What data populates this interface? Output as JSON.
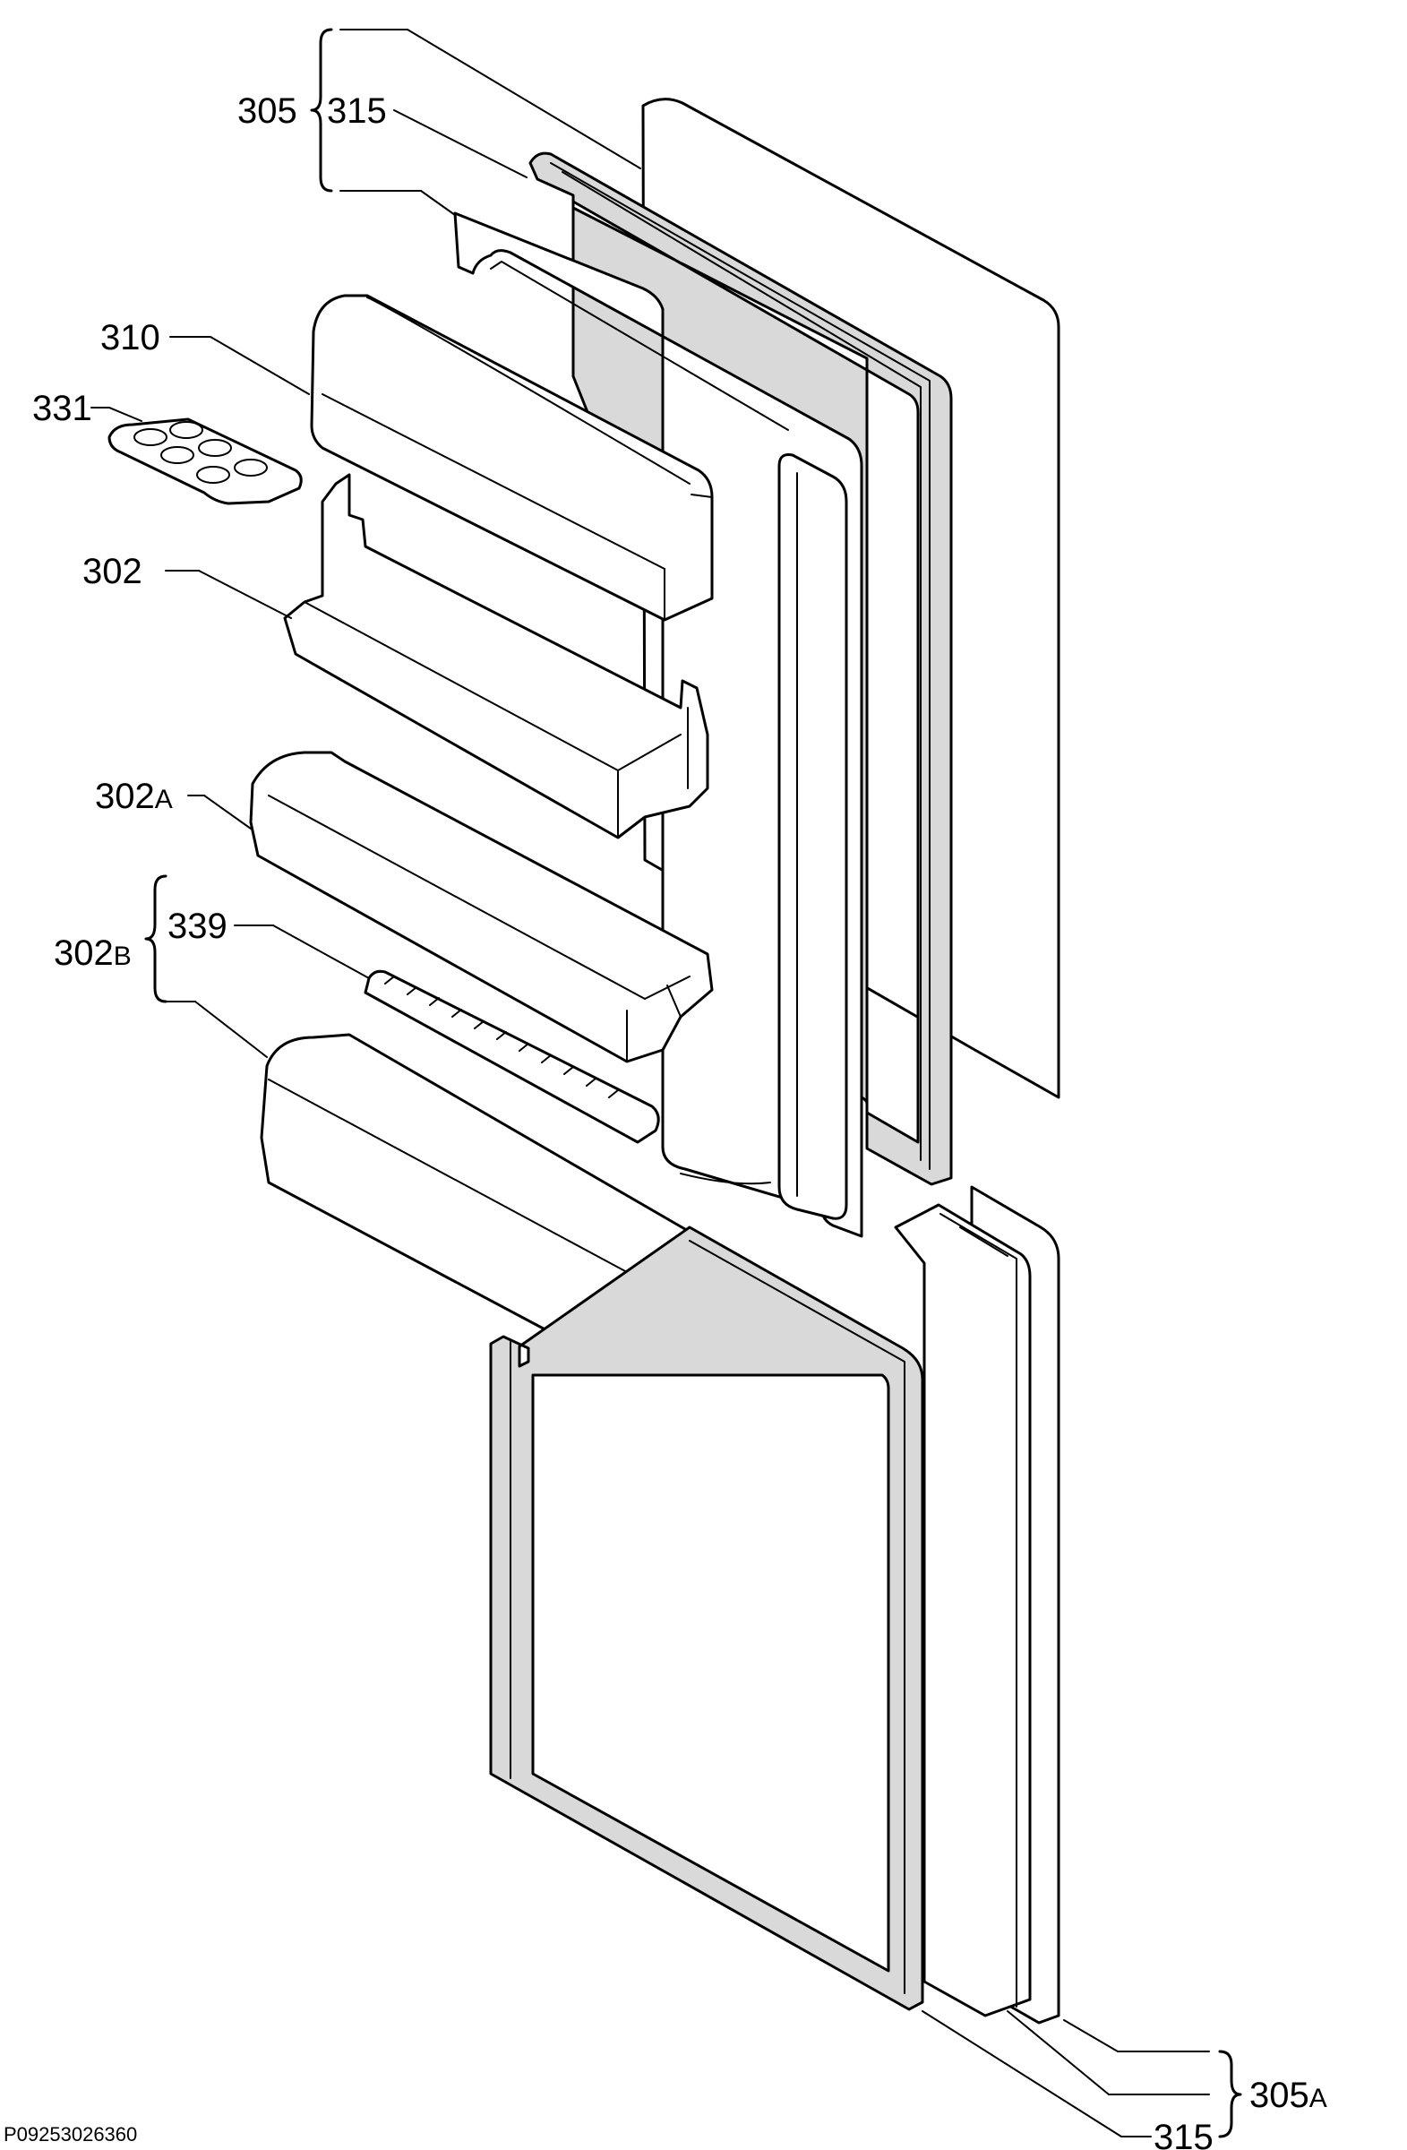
{
  "labels": {
    "l305": "305",
    "l315_top": "315",
    "l310": "310",
    "l331": "331",
    "l302": "302",
    "l302a_num": "302",
    "l302a_suffix": "A",
    "l339": "339",
    "l302b_num": "302",
    "l302b_suffix": "B",
    "l305a_num": "305",
    "l305a_suffix": "A",
    "l315_bottom": "315"
  },
  "footer": {
    "code": "P09253026360"
  }
}
